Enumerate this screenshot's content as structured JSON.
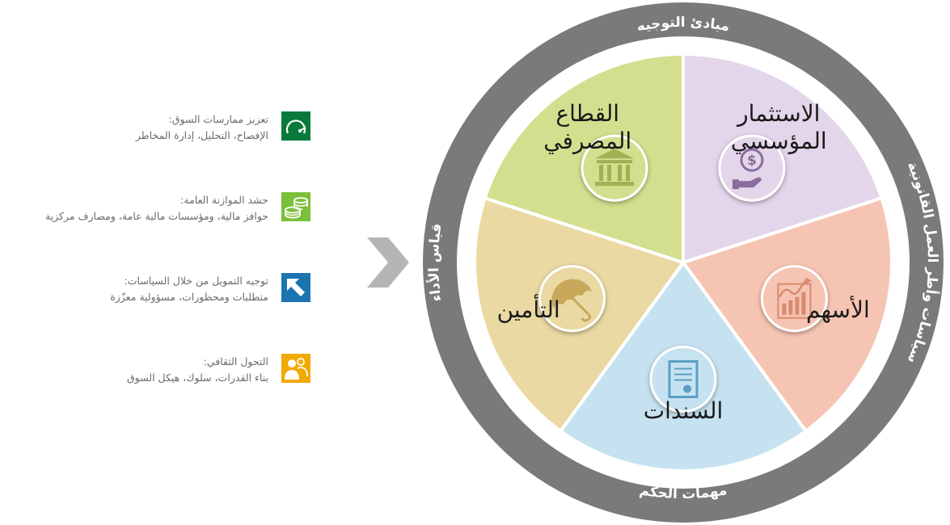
{
  "legend": [
    {
      "title": "تعزيز ممارسات السوق:",
      "desc": "الإفصاح، التحليل، إدارة المخاطر",
      "icon": "gauge-icon",
      "color": "#0a7a3c"
    },
    {
      "title": "حشد الموازنة العامة:",
      "desc": "حوافز مالية، ومؤسسات مالية عامة، ومصارف مركزية",
      "icon": "coins-icon",
      "color": "#7cbf3a"
    },
    {
      "title": "توجيه التمويل من خلال السياسات:",
      "desc": "متطلبات ومحظورات، مسؤولية معزّزة",
      "icon": "arrow-up-left-icon",
      "color": "#1a74b0"
    },
    {
      "title": "التحول الثقافي:",
      "desc": "بناء القدرات، سلوك، هيكل السوق",
      "icon": "people-icon",
      "color": "#f2a900"
    }
  ],
  "ring": {
    "top": "مبادئ التوجيه",
    "right": "سياسات وأطر العمل القانونية",
    "bottom": "مهمات الحكم",
    "left": "قياس الأداء",
    "color": "#7a7a7a"
  },
  "sectors": [
    {
      "line1": "الاستثمار",
      "line2": "المؤسسي",
      "icon": "coin-hand-icon",
      "color": "#e3d6ea",
      "icon_color": "#8a6d9e"
    },
    {
      "line1": "الأسهم",
      "line2": "",
      "icon": "growth-chart-icon",
      "color": "#f6c4b2",
      "icon_color": "#d98a6e"
    },
    {
      "line1": "السندات",
      "line2": "",
      "icon": "certificate-icon",
      "color": "#c6e2f1",
      "icon_color": "#5a9ec6"
    },
    {
      "line1": "التأمين",
      "line2": "",
      "icon": "umbrella-icon",
      "color": "#ebd9a3",
      "icon_color": "#c8a85a"
    },
    {
      "line1": "القطاع",
      "line2": "المصرفي",
      "icon": "bank-icon",
      "color": "#d3df8f",
      "icon_color": "#9fb153"
    }
  ]
}
